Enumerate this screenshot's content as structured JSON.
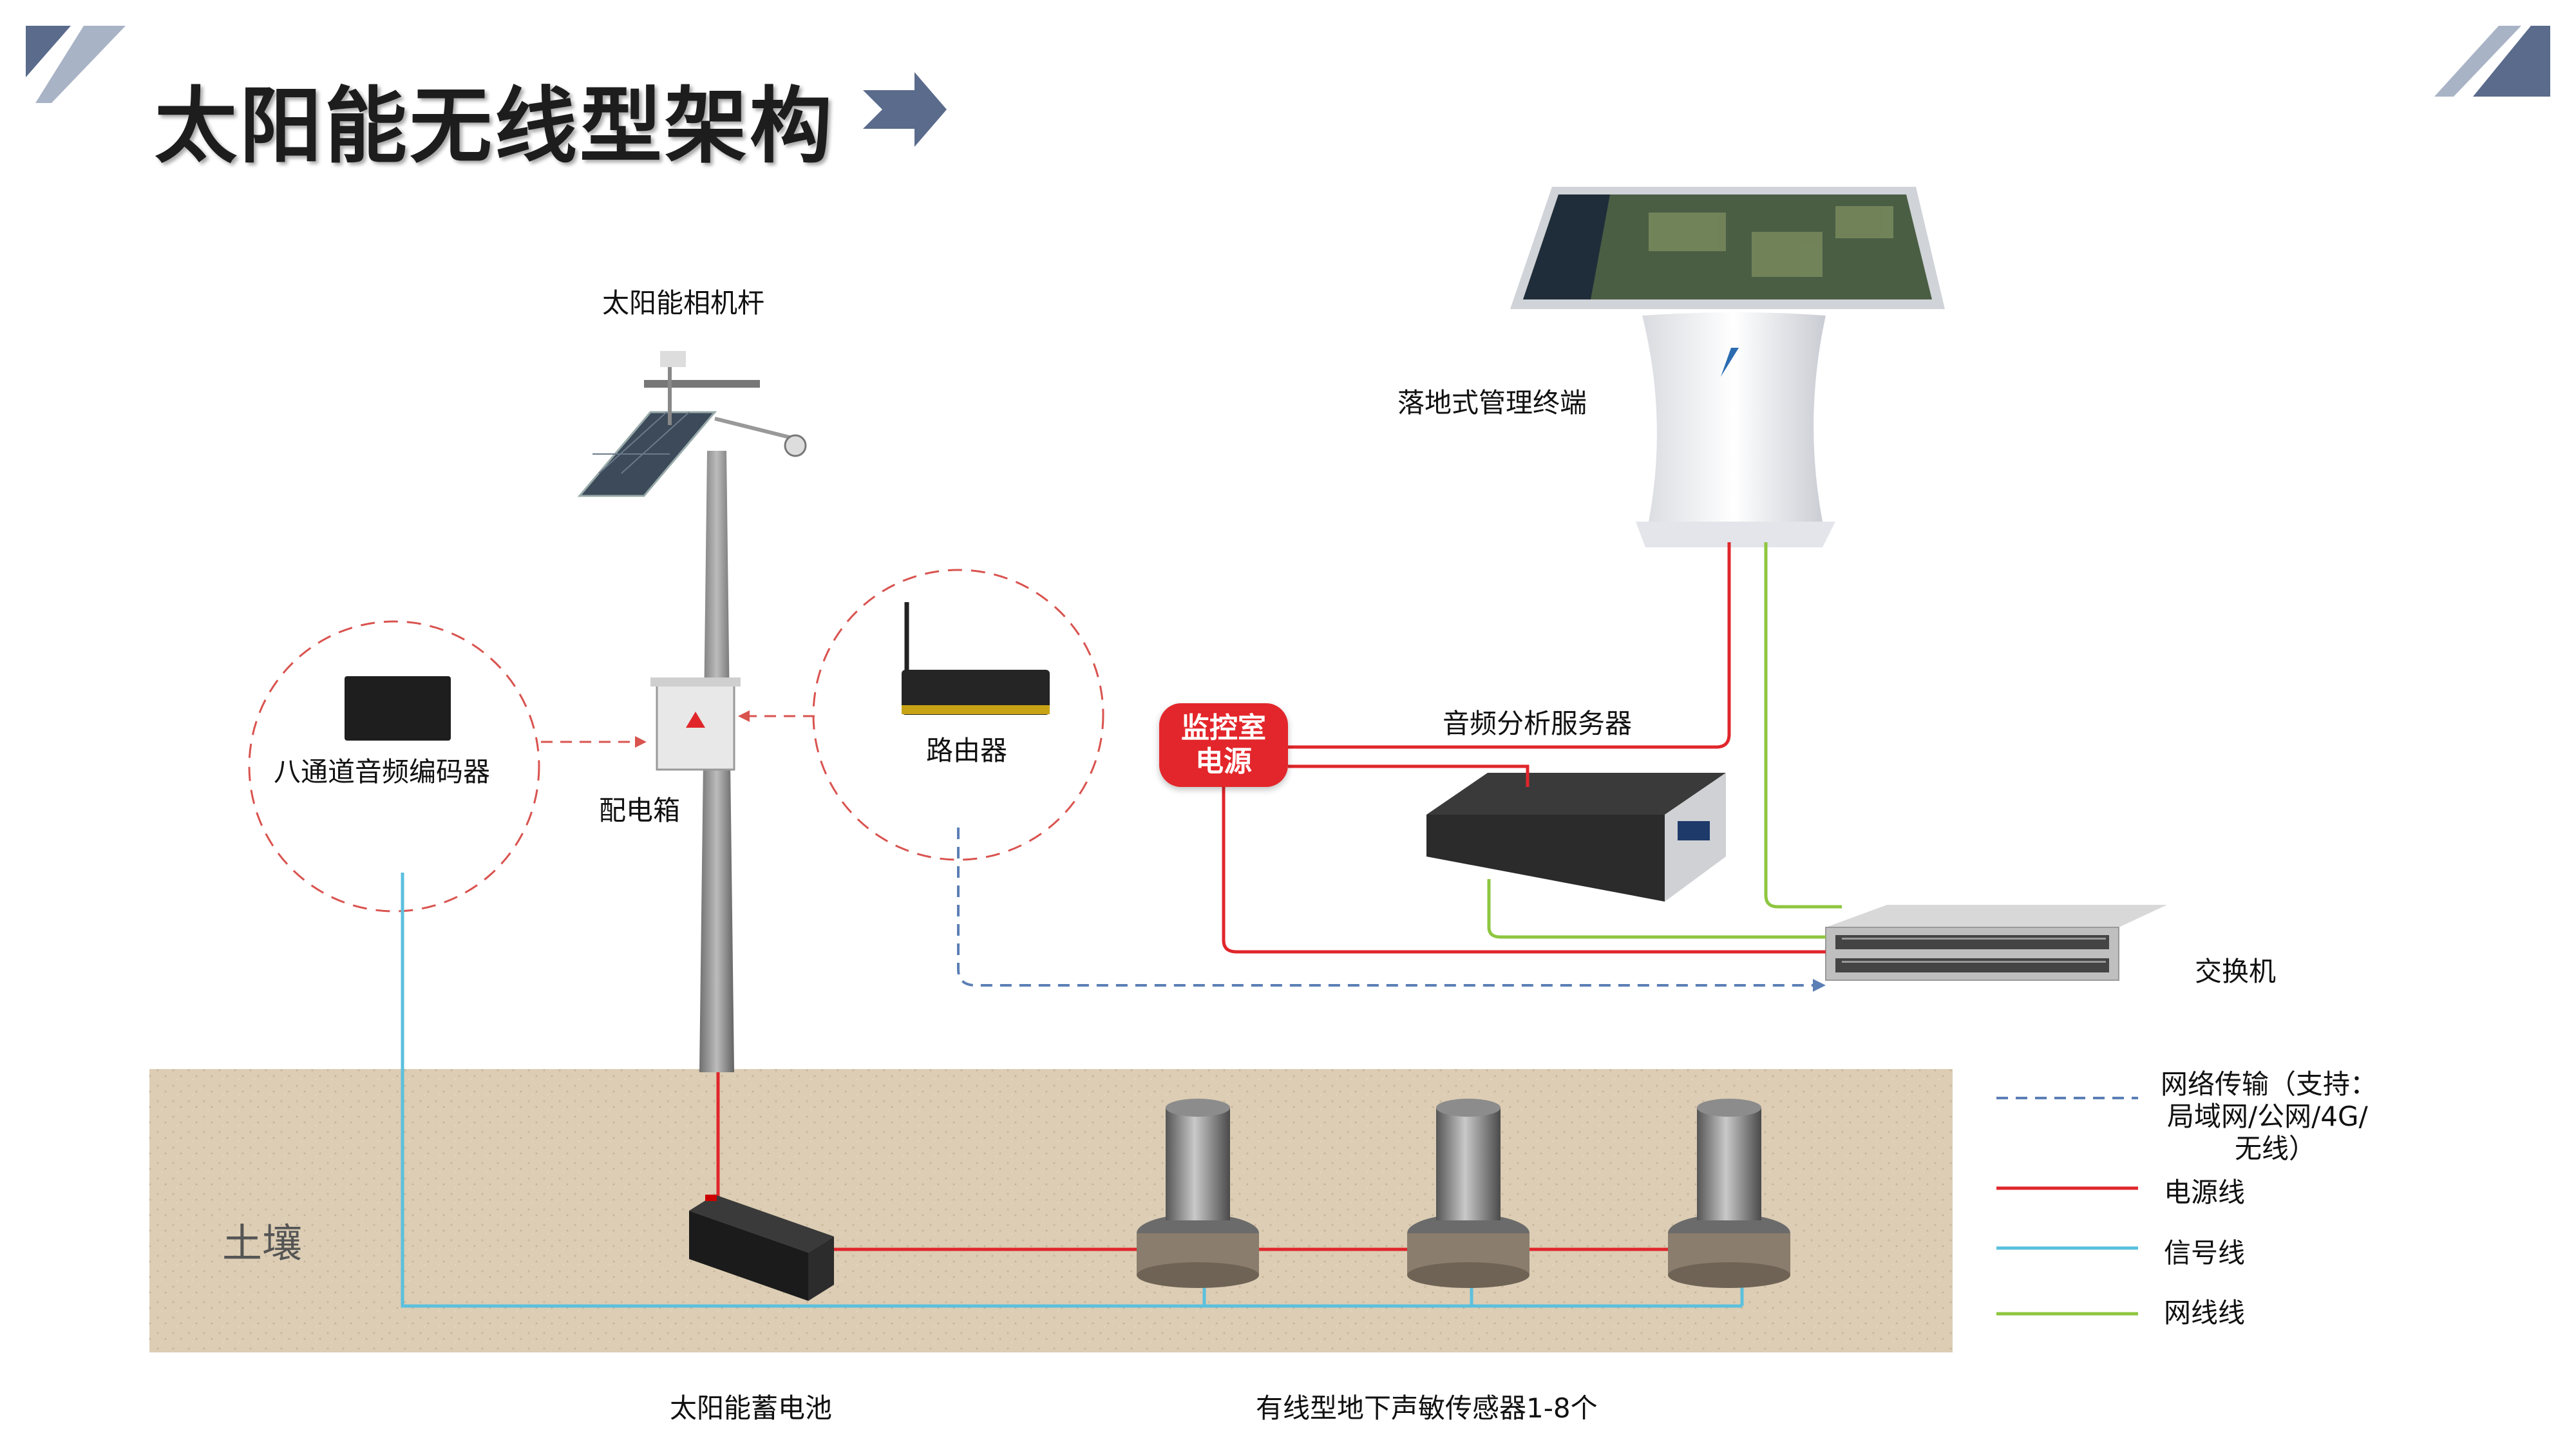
{
  "title": "太阳能无线型架构",
  "labels": {
    "camera_pole": "太阳能相机杆",
    "terminal": "落地式管理终端",
    "encoder": "八通道音频编码器",
    "distribution_box": "配电箱",
    "router": "路由器",
    "audio_server": "音频分析服务器",
    "switch": "交换机",
    "battery": "太阳能蓄电池",
    "sensors": "有线型地下声敏传感器1-8个",
    "soil": "土壤",
    "power_room_line1": "监控室",
    "power_room_line2": "电源"
  },
  "legend": {
    "network_line1": "网络传输（支持：",
    "network_line2": "局域网/公网/4G/",
    "network_line3": "无线）",
    "power": "电源线",
    "signal": "信号线",
    "net": "网线线"
  },
  "colors": {
    "power": "#e0262b",
    "signal": "#5bc0de",
    "net": "#8dc63f",
    "network": "#5b7fb5",
    "accent": "#5a6b8c",
    "soil": "#dccdb4"
  },
  "icons": [
    "title-arrow-icon",
    "corner-stripe-icon"
  ]
}
